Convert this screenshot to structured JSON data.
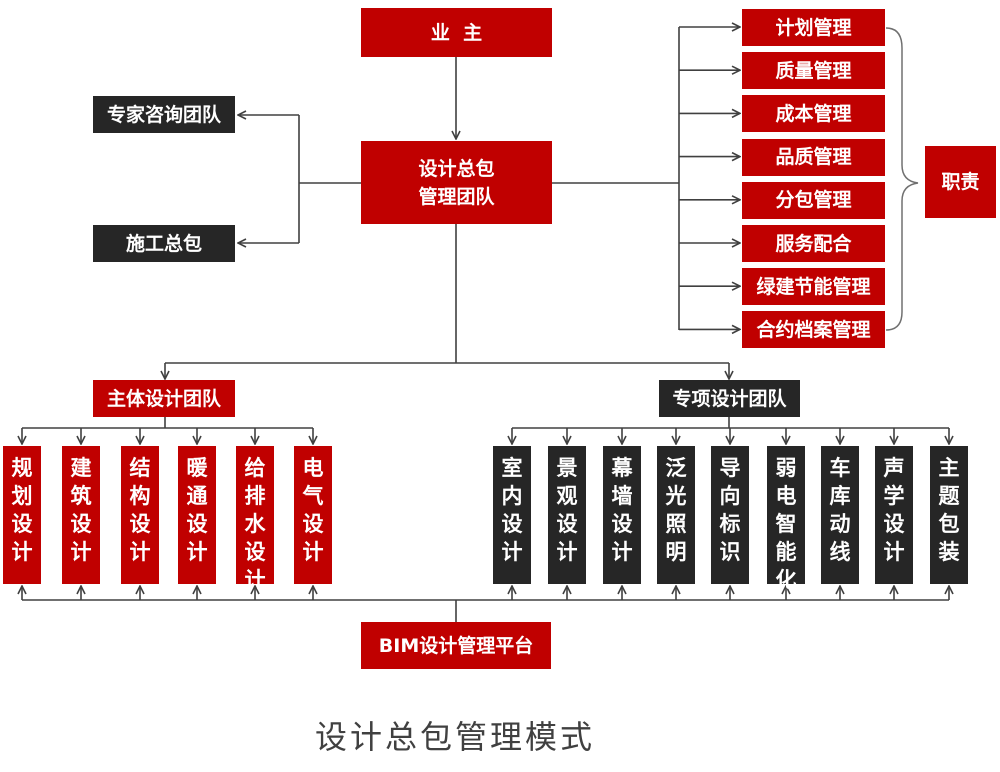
{
  "owner": "业  主",
  "core_team": [
    "设计总包",
    "管理团队"
  ],
  "side_parties": [
    "专家咨询团队",
    "施工总包"
  ],
  "duties": {
    "label": "职责",
    "items": [
      "计划管理",
      "质量管理",
      "成本管理",
      "品质管理",
      "分包管理",
      "服务配合",
      "绿建节能管理",
      "合约档案管理"
    ]
  },
  "main_design_team": {
    "label": "主体设计团队",
    "disciplines": [
      "规划设计",
      "建筑设计",
      "结构设计",
      "暖通设计",
      "给排水设计",
      "电气设计"
    ]
  },
  "special_design_team": {
    "label": "专项设计团队",
    "disciplines": [
      "室内设计",
      "景观设计",
      "幕墙设计",
      "泛光照明",
      "导向标识",
      "弱电智能化",
      "车库动线",
      "声学设计",
      "主题包装"
    ]
  },
  "bim_platform": "BIM设计管理平台",
  "caption": "设计总包管理模式",
  "colors": {
    "accent_red": "#c00000",
    "dark_box": "#262626",
    "line": "#404040"
  }
}
